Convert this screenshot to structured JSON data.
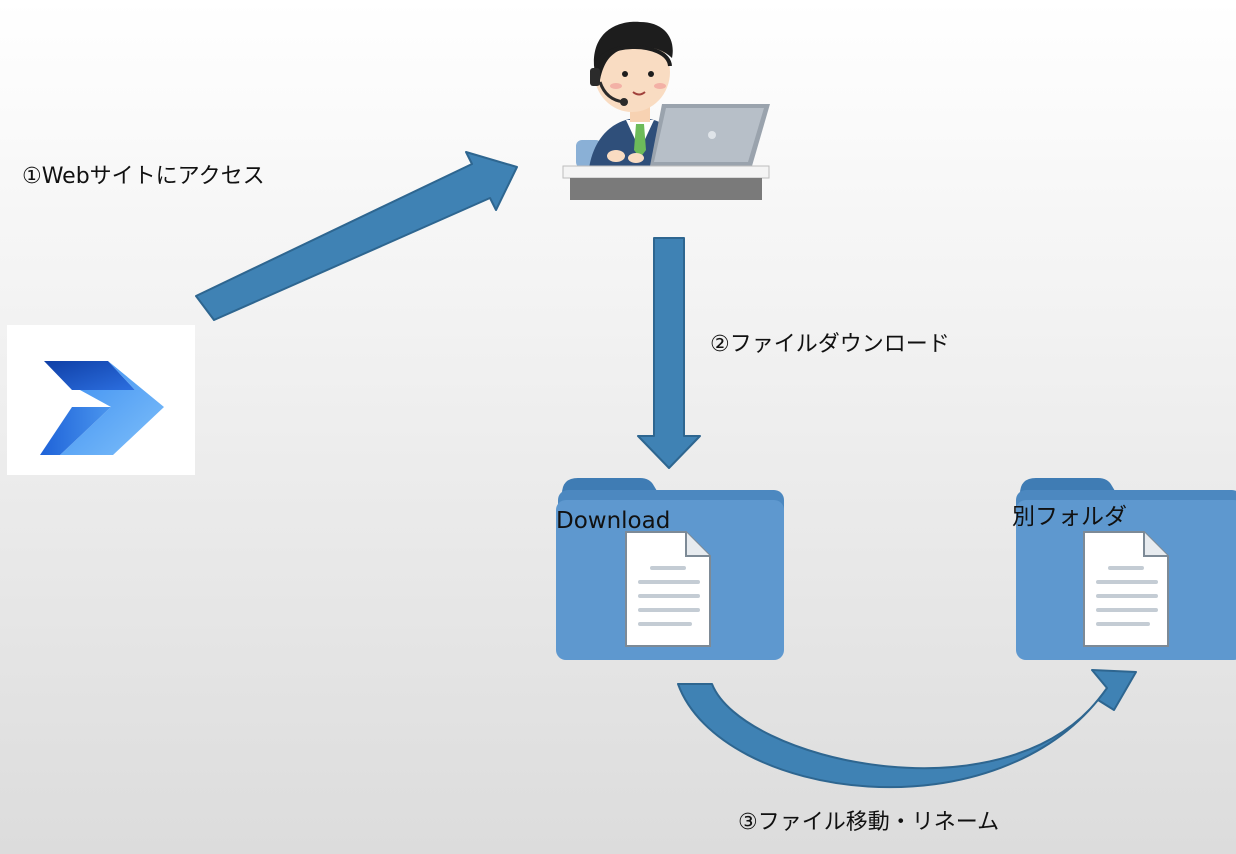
{
  "steps": {
    "step1": "①Webサイトにアクセス",
    "step2": "②ファイルダウンロード",
    "step3": "③ファイル移動・リネーム"
  },
  "folders": {
    "source": "Download",
    "destination": "別フォルダ"
  },
  "icons": {
    "app_logo": "power-automate-logo",
    "operator": "operator-at-laptop-icon",
    "source_folder": "folder-with-document-icon",
    "destination_folder": "folder-with-document-icon"
  },
  "colors": {
    "arrow_fill": "#3f82b4",
    "arrow_stroke": "#2e6690",
    "folder_fill": "#5b93c8",
    "logo_dark": "#1b57c4",
    "logo_light": "#6cb4f7"
  }
}
